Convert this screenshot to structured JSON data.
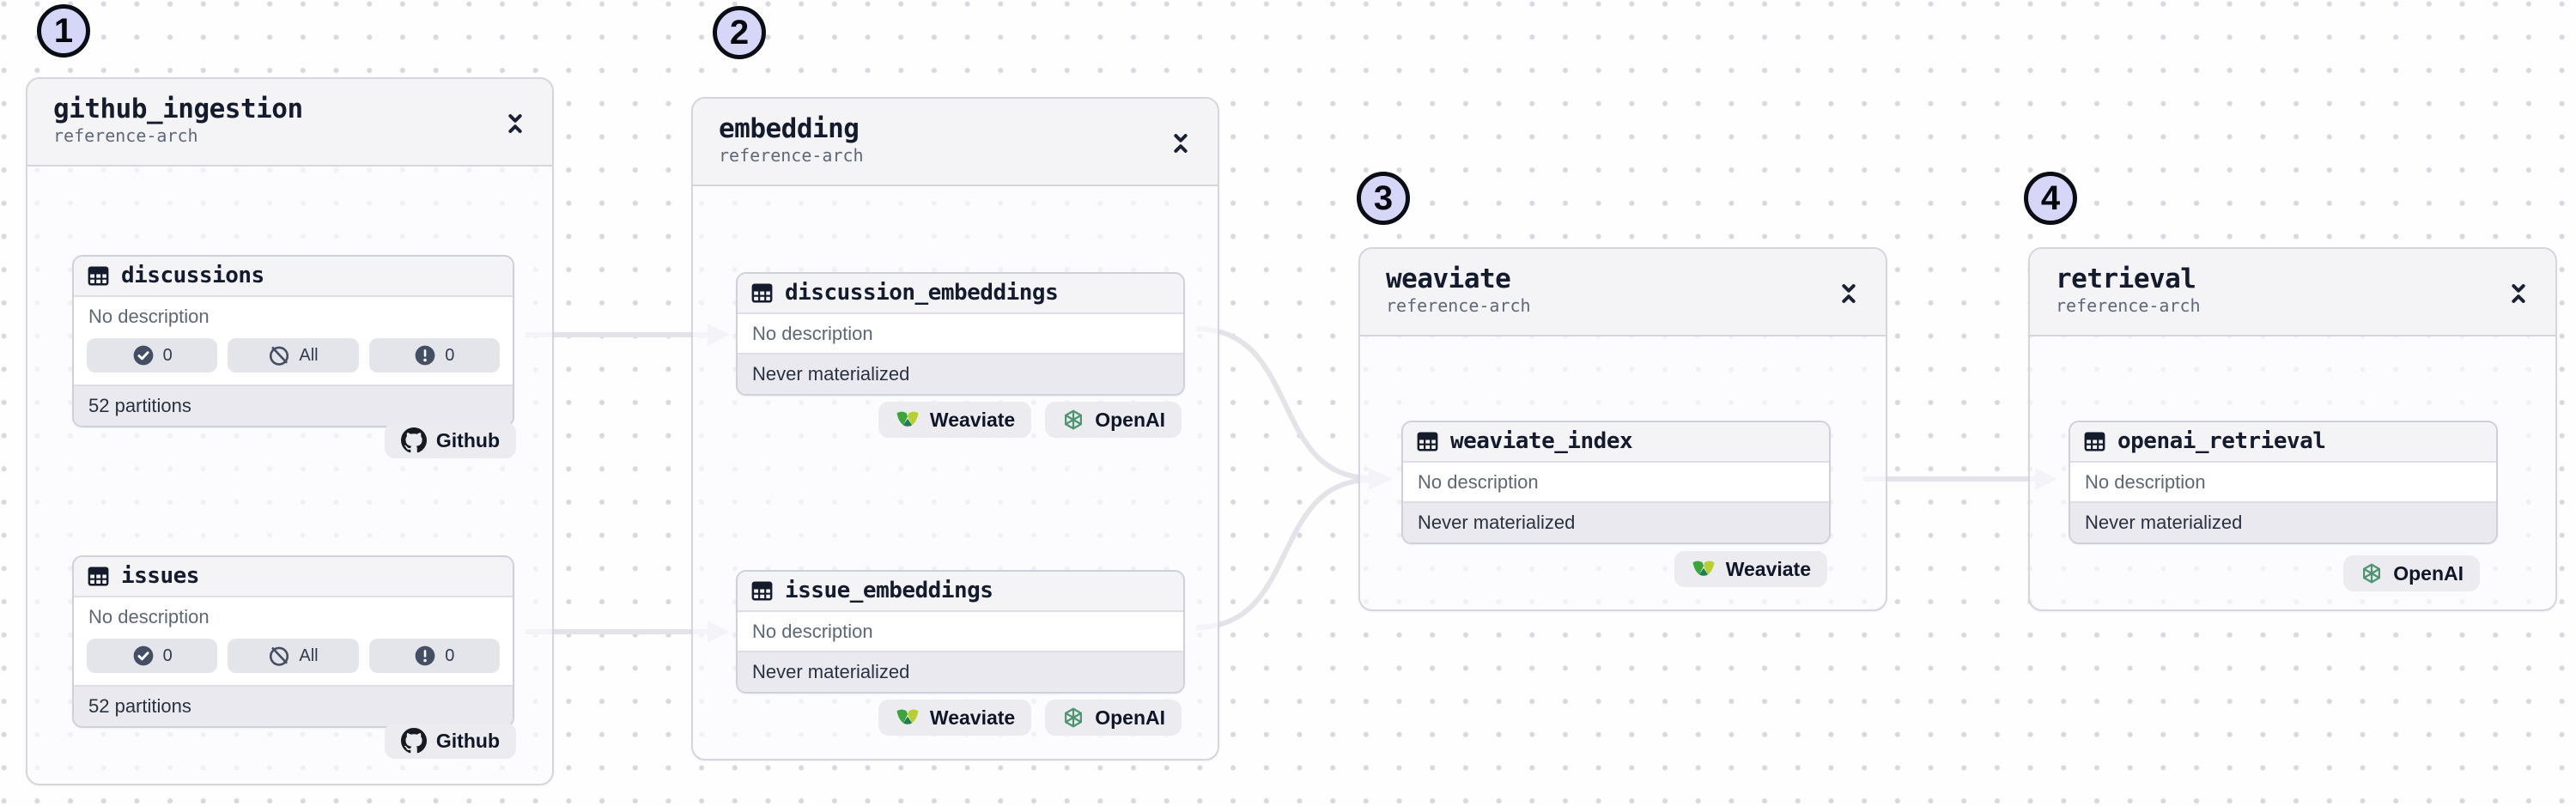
{
  "colors": {
    "step_circle_fill": "#d6d7f8",
    "edge_gray": "#e3e3e9",
    "weaviate_green": "#3ba53c",
    "weaviate_yellow": "#b8cf30",
    "weaviate_teal": "#1e7d52",
    "openai_green": "#4f9471",
    "github_black": "#171a21"
  },
  "groups": [
    {
      "step": "1",
      "title": "github_ingestion",
      "subtitle": "reference-arch",
      "assets": [
        {
          "name": "discussions",
          "description": "No description",
          "pills": [
            {
              "icon": "check-circle-icon",
              "value": "0"
            },
            {
              "icon": "slash-circle-icon",
              "value": "All"
            },
            {
              "icon": "alert-circle-icon",
              "value": "0"
            }
          ],
          "footer": "52 partitions",
          "tags": [
            {
              "label": "Github",
              "icon": "github-icon"
            }
          ]
        },
        {
          "name": "issues",
          "description": "No description",
          "pills": [
            {
              "icon": "check-circle-icon",
              "value": "0"
            },
            {
              "icon": "slash-circle-icon",
              "value": "All"
            },
            {
              "icon": "alert-circle-icon",
              "value": "0"
            }
          ],
          "footer": "52 partitions",
          "tags": [
            {
              "label": "Github",
              "icon": "github-icon"
            }
          ]
        }
      ]
    },
    {
      "step": "2",
      "title": "embedding",
      "subtitle": "reference-arch",
      "assets": [
        {
          "name": "discussion_embeddings",
          "description": "No description",
          "footer": "Never materialized",
          "tags": [
            {
              "label": "Weaviate",
              "icon": "weaviate-icon"
            },
            {
              "label": "OpenAI",
              "icon": "openai-icon"
            }
          ]
        },
        {
          "name": "issue_embeddings",
          "description": "No description",
          "footer": "Never materialized",
          "tags": [
            {
              "label": "Weaviate",
              "icon": "weaviate-icon"
            },
            {
              "label": "OpenAI",
              "icon": "openai-icon"
            }
          ]
        }
      ]
    },
    {
      "step": "3",
      "title": "weaviate",
      "subtitle": "reference-arch",
      "assets": [
        {
          "name": "weaviate_index",
          "description": "No description",
          "footer": "Never materialized",
          "tags": [
            {
              "label": "Weaviate",
              "icon": "weaviate-icon"
            }
          ]
        }
      ]
    },
    {
      "step": "4",
      "title": "retrieval",
      "subtitle": "reference-arch",
      "assets": [
        {
          "name": "openai_retrieval",
          "description": "No description",
          "footer": "Never materialized",
          "tags": [
            {
              "label": "OpenAI",
              "icon": "openai-icon"
            }
          ]
        }
      ]
    }
  ]
}
